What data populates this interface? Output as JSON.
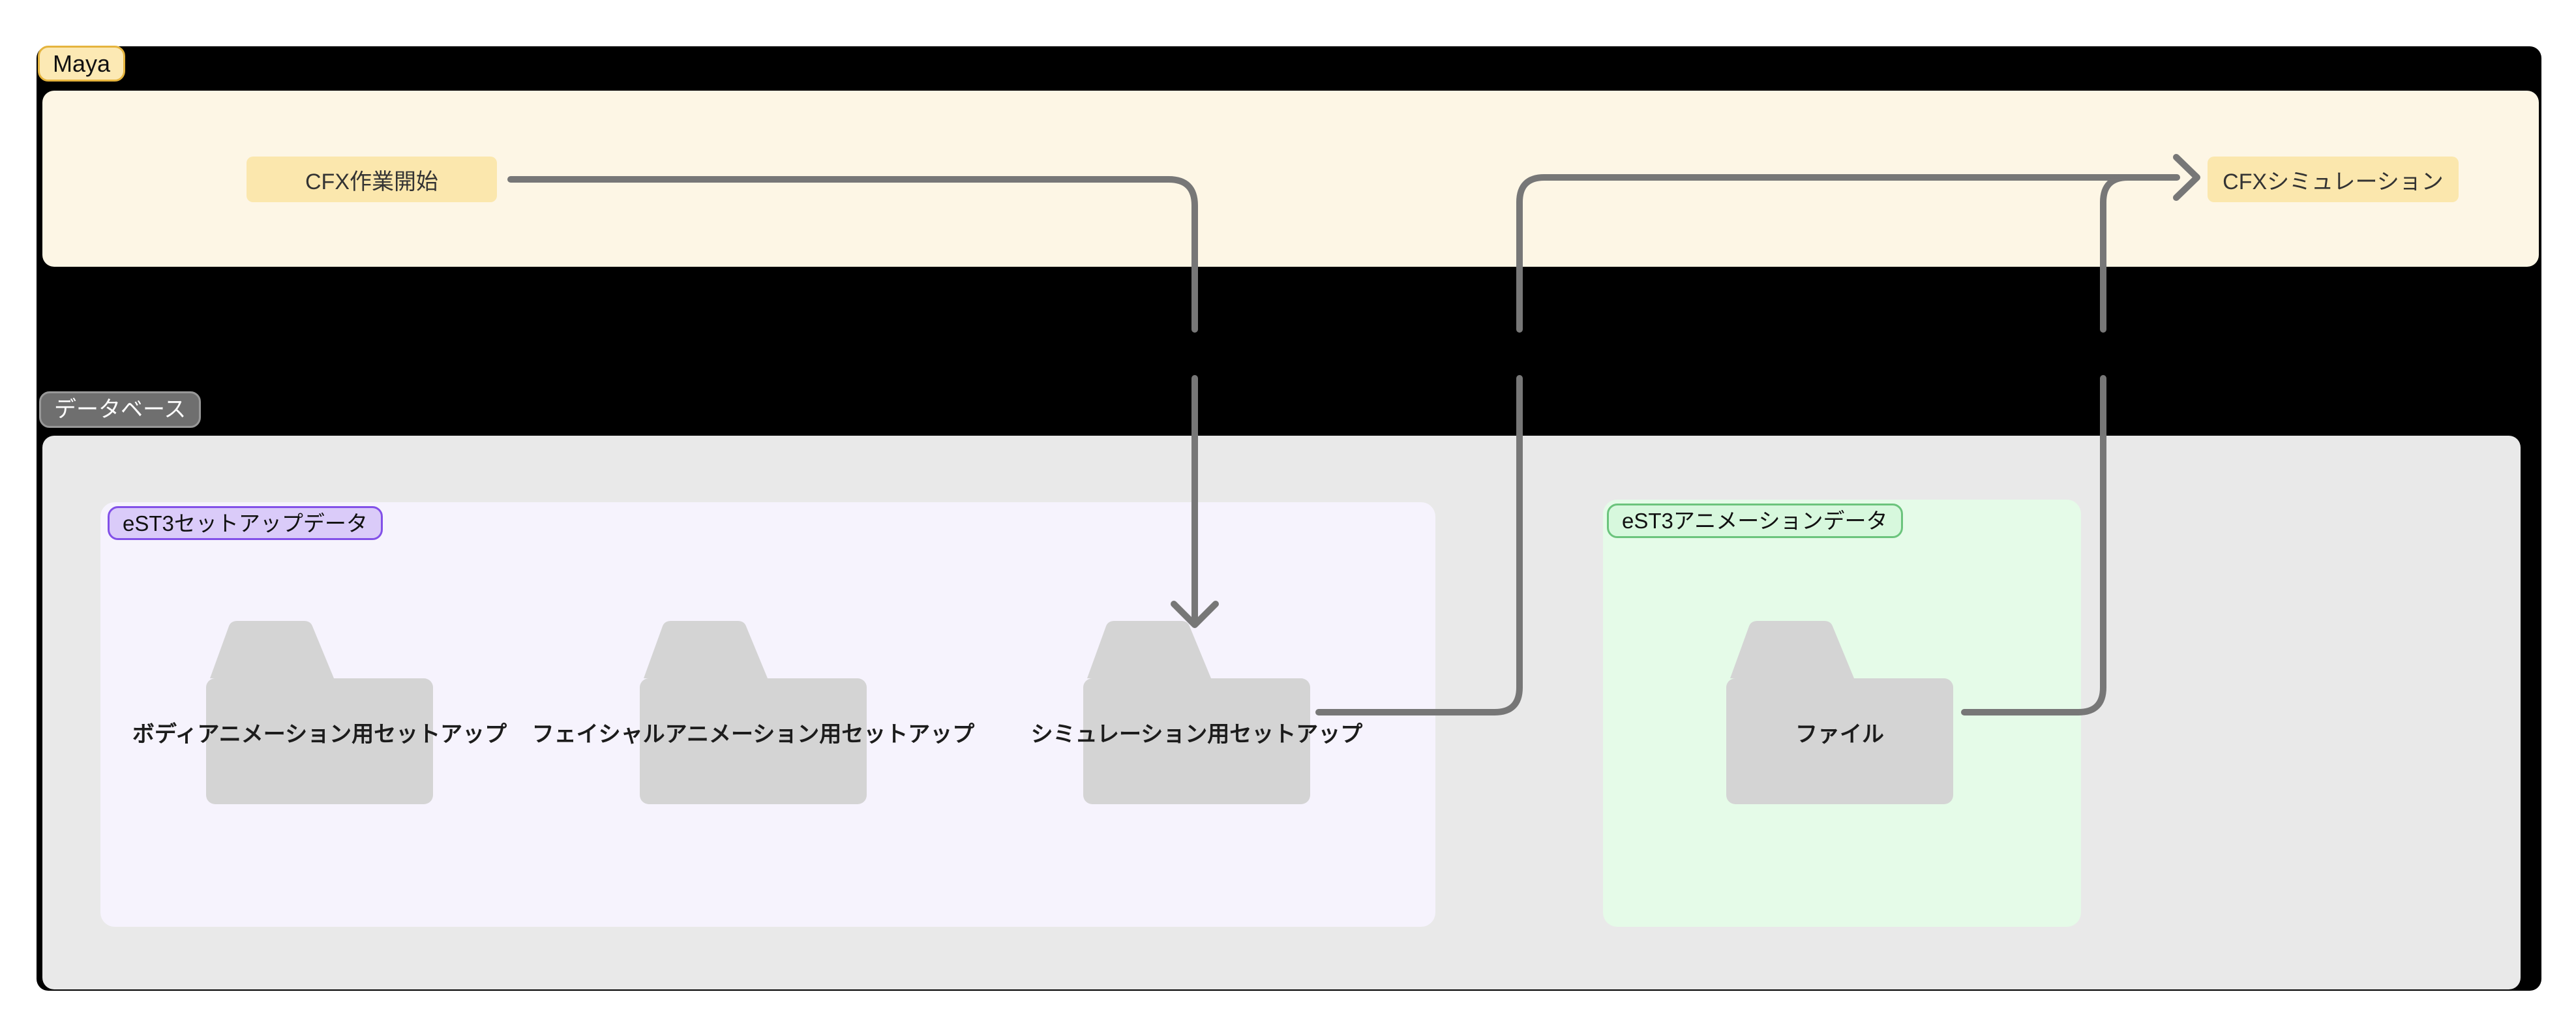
{
  "diagram": {
    "type": "flowchart",
    "sections": {
      "maya": {
        "label": "Maya"
      },
      "database": {
        "label": "データベース"
      }
    },
    "nodes": {
      "cfx_start": {
        "label": "CFX作業開始"
      },
      "cfx_sim": {
        "label": "CFXシミュレーション"
      }
    },
    "groups": {
      "setup_data": {
        "label": "eST3セットアップデータ"
      },
      "anim_data": {
        "label": "eST3アニメーションデータ"
      }
    },
    "folders": [
      {
        "id": "body-anim-setup",
        "label": "ボディアニメーション用セットアップ",
        "group": "setup_data"
      },
      {
        "id": "facial-anim-setup",
        "label": "フェイシャルアニメーション用セットアップ",
        "group": "setup_data"
      },
      {
        "id": "sim-setup",
        "label": "シミュレーション用セットアップ",
        "group": "setup_data"
      },
      {
        "id": "file",
        "label": "ファイル",
        "group": "anim_data"
      }
    ],
    "edges": [
      {
        "from": "CFX作業開始",
        "to": "シミュレーション用セットアップ"
      },
      {
        "from": "シミュレーション用セットアップ",
        "to": "CFXシミュレーション"
      },
      {
        "from": "ファイル",
        "to": "CFXシミュレーション"
      }
    ],
    "colors": {
      "outer_container": "#000000",
      "maya_lane": "#FDF6E5",
      "node_fill": "#FBE7AD",
      "maya_pill_fill": "#FCE9B4",
      "maya_pill_border": "#E5B43E",
      "db_lane": "#E9E9E9",
      "db_pill_fill": "#6F6F6F",
      "setup_group_fill": "#F6F3FD",
      "setup_pill_fill": "#DACBF9",
      "setup_pill_border": "#8250E8",
      "anim_group_fill": "#E5FBE8",
      "anim_pill_fill": "#D7F8DD",
      "anim_pill_border": "#6BC47C",
      "folder_fill": "#D4D4D4",
      "edge": "#777777",
      "text": "#1c1c1c"
    }
  }
}
